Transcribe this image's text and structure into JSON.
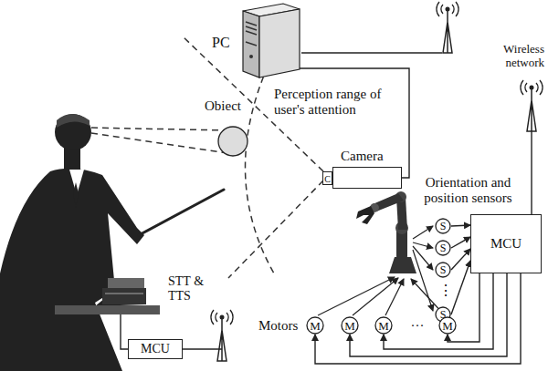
{
  "diagram": {
    "nodes": [
      {
        "text": [
          "PC"
        ]
      },
      {
        "text": [
          "Camera",
          "C"
        ]
      },
      {
        "text": [
          "Obiect"
        ]
      },
      {
        "text": [
          "S"
        ]
      },
      {
        "text": [
          "S"
        ]
      },
      {
        "text": [
          "S"
        ]
      },
      {
        "text": [
          "S"
        ]
      },
      {
        "text": [
          "MCU"
        ]
      },
      {
        "text": [
          "M"
        ]
      },
      {
        "text": [
          "M"
        ]
      },
      {
        "text": [
          "M"
        ]
      },
      {
        "text": [
          "M"
        ]
      },
      {
        "text": [
          "MCU"
        ]
      }
    ],
    "edges": [
      {
        "from": 1,
        "to": 0,
        "arrow": "none"
      },
      {
        "from": 3,
        "to": 7,
        "arrow": "to"
      },
      {
        "from": 4,
        "to": 7,
        "arrow": "to"
      },
      {
        "from": 5,
        "to": 7,
        "arrow": "to"
      },
      {
        "from": 6,
        "to": 7,
        "arrow": "to"
      },
      {
        "from": 7,
        "to": 8,
        "arrow": "to"
      },
      {
        "from": 7,
        "to": 9,
        "arrow": "to"
      },
      {
        "from": 7,
        "to": 10,
        "arrow": "to"
      },
      {
        "from": 7,
        "to": 11,
        "arrow": "to"
      }
    ],
    "labels": [
      "Wireless network",
      "Perception range of user's attention",
      "Orientation and position sensors",
      "⋮",
      "Motors",
      "···",
      "STT & TTS"
    ]
  }
}
